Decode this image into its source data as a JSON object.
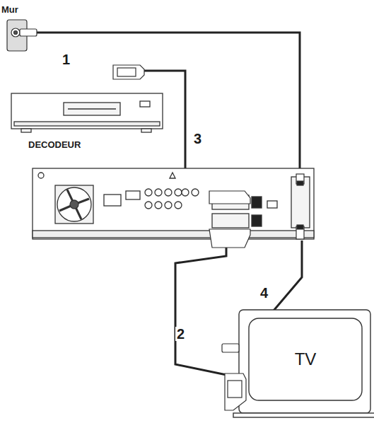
{
  "diagram": {
    "nodes": [
      {
        "text": [
          "Mur"
        ]
      },
      {
        "text": [
          "DECODEUR"
        ]
      },
      {
        "text": [
          "TV"
        ]
      }
    ],
    "labels": [
      "1",
      "3",
      "4",
      "2"
    ]
  }
}
